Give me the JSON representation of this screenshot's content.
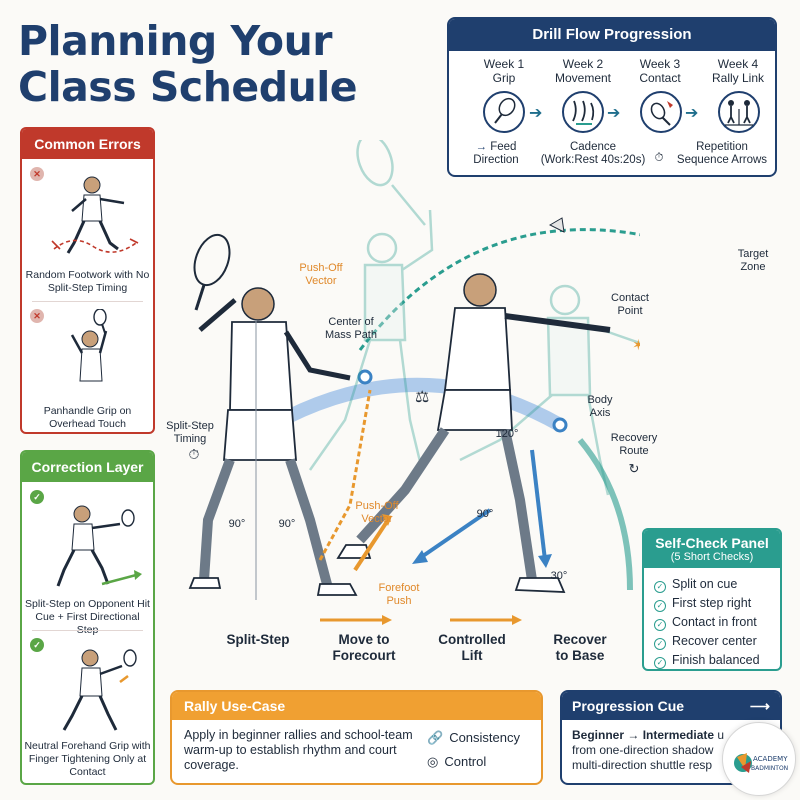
{
  "title": "Planning Your Class Schedule",
  "drill_flow": {
    "header": "Drill Flow Progression",
    "weeks": [
      {
        "label": "Week 1",
        "name": "Grip",
        "icon": "grip-racket-icon"
      },
      {
        "label": "Week 2",
        "name": "Movement",
        "icon": "footwork-icon"
      },
      {
        "label": "Week 3",
        "name": "Contact",
        "icon": "contact-shuttle-icon"
      },
      {
        "label": "Week 4",
        "name": "Rally Link",
        "icon": "rally-players-icon"
      }
    ],
    "legend": {
      "feed_direction": "Feed Direction",
      "cadence_line1": "Cadence",
      "cadence_line2": "(Work:Rest 40s:20s)",
      "repetition_line1": "Repetition",
      "repetition_line2": "Sequence Arrows"
    }
  },
  "common_errors": {
    "header": "Common Errors",
    "items": [
      {
        "caption": "Random Footwork with No Split-Step Timing",
        "icon": "x-icon"
      },
      {
        "caption": "Panhandle Grip on Overhead Touch",
        "icon": "x-icon"
      }
    ]
  },
  "correction_layer": {
    "header": "Correction Layer",
    "items": [
      {
        "caption": "Split-Step on Opponent Hit Cue + First Directional Step",
        "icon": "check-icon"
      },
      {
        "caption": "Neutral Forehand Grip with Finger Tightening Only at Contact",
        "icon": "check-icon"
      }
    ]
  },
  "diagram": {
    "labels": {
      "push_off_top": "Push-Off Vector",
      "center_of_mass": "Center of Mass Path",
      "split_step_timing": "Split-Step Timing",
      "push_off_mid": "Push-Off Vector",
      "forefoot_push": "Forefoot Push",
      "contact_point": "Contact Point",
      "target_zone": "Target Zone",
      "body_axis": "Body Axis",
      "recovery_route": "Recovery Route"
    },
    "angles": [
      "90°",
      "90°",
      "120°",
      "90°",
      "30°"
    ],
    "phases": [
      {
        "line1": "Split-Step",
        "line2": ""
      },
      {
        "line1": "Move to",
        "line2": "Forecourt"
      },
      {
        "line1": "Controlled",
        "line2": "Lift"
      },
      {
        "line1": "Recover",
        "line2": "to Base"
      }
    ],
    "colors": {
      "navy": "#1f3f6e",
      "teal": "#2a9d8f",
      "orange": "#e8982e",
      "blue": "#3b82c4",
      "red": "#c0392b",
      "green": "#5aa646"
    }
  },
  "self_check": {
    "title": "Self-Check Panel",
    "subtitle": "(5 Short Checks)",
    "items": [
      "Split on cue",
      "First step right",
      "Contact in front",
      "Recover center",
      "Finish balanced"
    ]
  },
  "rally": {
    "header": "Rally Use-Case",
    "text": "Apply in beginner rallies and school-team warm-up to establish rhythm and court coverage.",
    "tags": [
      {
        "label": "Consistency",
        "icon": "link-icon"
      },
      {
        "label": "Control",
        "icon": "target-icon"
      }
    ]
  },
  "progression": {
    "header": "Progression Cue",
    "level_from": "Beginner",
    "arrow": "→",
    "level_to": "Intermediate",
    "text_line1_rest": " u",
    "text_line2": "from one-direction shadow",
    "text_line3": "multi-direction shuttle resp"
  },
  "logo": {
    "line1": "ACADEMY",
    "line2": "BADMINTON"
  }
}
